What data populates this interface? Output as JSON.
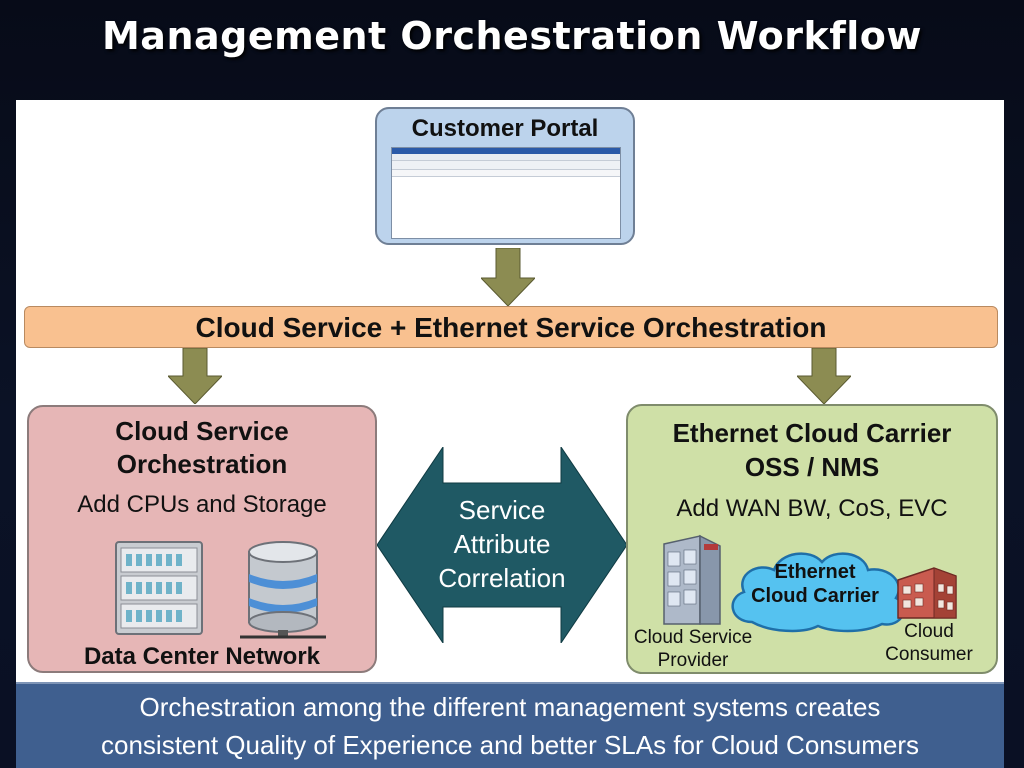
{
  "title": "Management Orchestration Workflow",
  "portal": {
    "label": "Customer Portal"
  },
  "orchestration_bar": {
    "label": "Cloud Service + Ethernet Service Orchestration"
  },
  "left_box": {
    "title_line1": "Cloud Service",
    "title_line2": "Orchestration",
    "subtitle": "Add CPUs and Storage",
    "footer": "Data Center Network"
  },
  "center": {
    "line1": "Service",
    "line2": "Attribute",
    "line3": "Correlation"
  },
  "right_box": {
    "title_line1": "Ethernet Cloud Carrier",
    "title_line2": "OSS / NMS",
    "subtitle": "Add WAN BW, CoS, EVC",
    "cloud_line1": "Ethernet",
    "cloud_line2": "Cloud Carrier",
    "provider_line1": "Cloud Service",
    "provider_line2": "Provider",
    "consumer_line1": "Cloud",
    "consumer_line2": "Consumer"
  },
  "caption": {
    "line1": "Orchestration among the different management systems creates",
    "line2": "consistent Quality of Experience and better SLAs for Cloud Consumers"
  },
  "colors": {
    "arrow": "#8c8c52",
    "hexagon": "#1f5964",
    "orchestration_bar": "#f9c190",
    "left_box": "#e6b6b6",
    "right_box": "#cfe0a7",
    "cloud": "#55c2f0",
    "caption_bg": "#3f5f8f"
  },
  "icons": [
    "browser-window-icon",
    "server-rack-icon",
    "database-icon",
    "office-building-icon",
    "cloud-icon",
    "factory-building-icon"
  ]
}
